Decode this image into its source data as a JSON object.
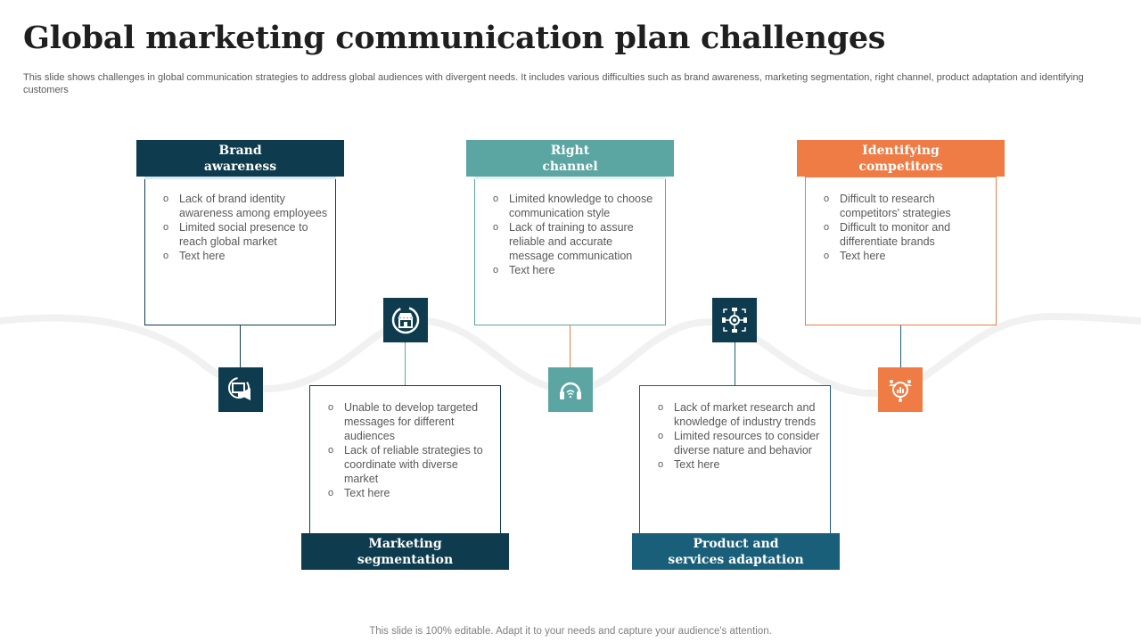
{
  "title": "Global marketing communication plan challenges",
  "subtitle": "This slide shows challenges in global communication strategies to address global audiences with divergent needs. It includes various difficulties such as brand awareness, marketing segmentation, right channel, product adaptation and identifying customers",
  "colors": {
    "dark_navy": "#0e3c4e",
    "teal": "#5ba5a2",
    "orange": "#ef7b45",
    "mid_blue": "#1a5f7a",
    "wave": "#f2f2f2"
  },
  "cards": {
    "brand": {
      "title_line1": "Brand",
      "title_line2": "awareness",
      "icon": "megaphone-screen-icon",
      "bullets": [
        "Lack of brand identity awareness among employees",
        "Limited social presence to reach global market",
        "Text here"
      ]
    },
    "segmentation": {
      "title_line1": "Marketing",
      "title_line2": "segmentation",
      "icon": "storefront-icon",
      "bullets": [
        "Unable to develop targeted messages for different audiences",
        "Lack of reliable strategies to coordinate with diverse market",
        "Text here"
      ]
    },
    "channel": {
      "title_line1": "Right",
      "title_line2": "channel",
      "icon": "headset-icon",
      "bullets": [
        "Limited knowledge to choose communication style",
        "Lack of training to assure reliable and accurate message communication",
        "Text here"
      ]
    },
    "product": {
      "title_line1": "Product and",
      "title_line2": "services adaptation",
      "icon": "network-gear-icon",
      "bullets": [
        "Lack of market research and knowledge of industry trends",
        "Limited resources to consider diverse nature and behavior",
        "Text here"
      ]
    },
    "competitors": {
      "title_line1": "Identifying",
      "title_line2": "competitors",
      "icon": "target-people-icon",
      "bullets": [
        "Difficult to research competitors' strategies",
        "Difficult to monitor and differentiate brands",
        "Text here"
      ]
    }
  },
  "footer": "This slide is 100% editable. Adapt it to your needs and capture your audience's attention."
}
